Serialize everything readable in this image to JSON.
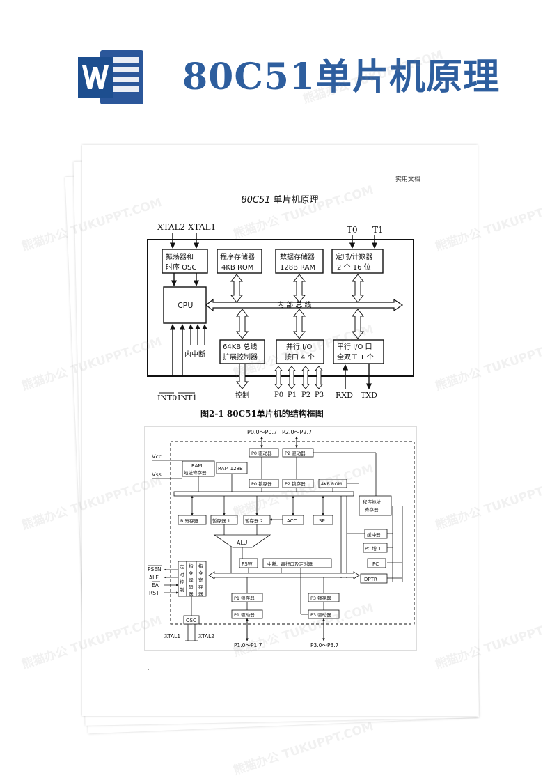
{
  "banner": {
    "title": "80C51单片机原理",
    "logo_icon": "word-document-icon",
    "brand_color": "#2e5e9e"
  },
  "page": {
    "meta_label": "实用文档",
    "heading_latin": "80C51",
    "heading_cn": " 单片机原理"
  },
  "fig1": {
    "ext_top_left": "XTAL2 XTAL1",
    "ext_t0": "T0",
    "ext_t1": "T1",
    "osc": [
      "振荡器和",
      "时序 OSC"
    ],
    "rom": [
      "程序存储器",
      "4KB ROM"
    ],
    "ram": [
      "数据存储器",
      "128B RAM"
    ],
    "timer": [
      "定时/计数器",
      "2 个 16 位"
    ],
    "cpu": "CPU",
    "internal_bus": "内   部   总   线",
    "interrupt": "内中断",
    "ext_ctrl": [
      "64KB 总线",
      "扩展控制器"
    ],
    "parallel_io": [
      "并行 I/O",
      "接口 4 个"
    ],
    "serial_io": [
      "串行 I/O 口",
      "全双工 1 个"
    ],
    "int0": "INT0",
    "int1": "INT1",
    "control": "控制",
    "ports": [
      "P0",
      "P1",
      "P2",
      "P3"
    ],
    "rxd": "RXD",
    "txd": "TXD",
    "caption": "图2-1  80C51单片机的结构框图"
  },
  "fig2": {
    "p0_pins": "P0.0～P0.7",
    "p2_pins": "P2.0～P2.7",
    "vcc": "Vcc",
    "vss": "Vss",
    "ram_addr": [
      "RAM",
      "地址寄存器"
    ],
    "ram128": "RAM 128B",
    "p0_driver": "P0 驱动器",
    "p2_driver": "P2 驱动器",
    "p0_latch": "P0 锁存器",
    "p2_latch": "P2 锁存器",
    "rom4k": "4KB ROM",
    "prog_addr": [
      "程序地址",
      "寄存器"
    ],
    "b_reg": "B 寄存器",
    "tmp1": "暂存器 1",
    "tmp2": "暂存器 2",
    "acc": "ACC",
    "sp": "SP",
    "buffer": "缓冲器",
    "pc_inc": "PC 增 1",
    "pc": "PC",
    "dptr": "DPTR",
    "alu": "ALU",
    "psw": "PSW",
    "irq": "中断、串行口及定时器",
    "timing_ctrl": [
      "定",
      "时",
      "控",
      "制"
    ],
    "instr_decoder": [
      "指",
      "令",
      "译",
      "码",
      "器"
    ],
    "instr_reg": [
      "指",
      "令",
      "寄",
      "存",
      "器"
    ],
    "psen": "PSEN",
    "ale": "ALE",
    "ea": "EA",
    "rst": "RST",
    "osc": "OSC",
    "xtal1": "XTAL1",
    "xtal2": "XTAL2",
    "p1_latch": "P1 锁存器",
    "p3_latch": "P3 锁存器",
    "p1_driver": "P1 驱动器",
    "p3_driver": "P3 驱动器",
    "p1_pins": "P1.0～P1.7",
    "p3_pins": "P3.0～P3.7"
  },
  "watermark": "熊猫办公 TUKUPPT.COM"
}
